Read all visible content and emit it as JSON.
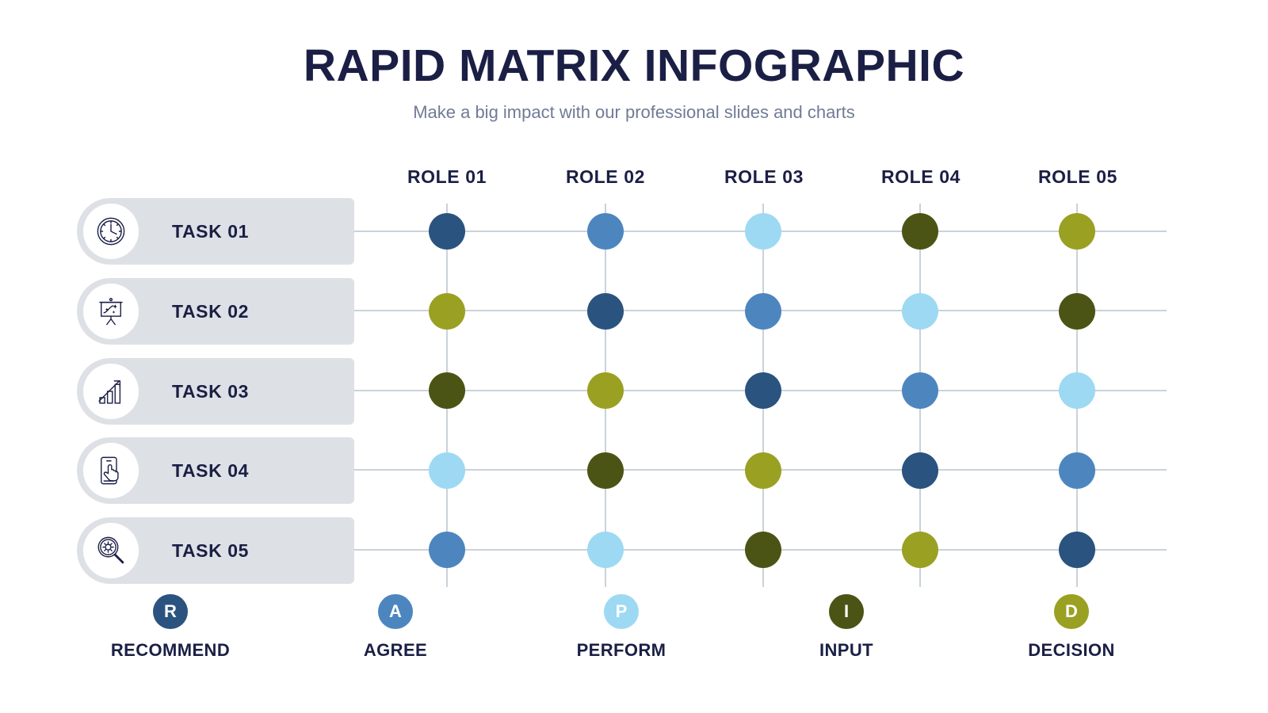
{
  "header": {
    "title": "RAPID MATRIX INFOGRAPHIC",
    "subtitle": "Make a big impact with our professional slides and charts"
  },
  "colors": {
    "title": "#1b1f45",
    "subtitle": "#707b96",
    "pill_bg": "#dde1e5",
    "grid_line": "#c9d2d9",
    "R": "#2b537f",
    "A": "#4d86bf",
    "P": "#9dd9f3",
    "I": "#4c5415",
    "D": "#9aa021"
  },
  "columns": [
    {
      "label": "ROLE 01"
    },
    {
      "label": "ROLE 02"
    },
    {
      "label": "ROLE 03"
    },
    {
      "label": "ROLE 04"
    },
    {
      "label": "ROLE 05"
    }
  ],
  "rows": [
    {
      "label": "TASK 01",
      "icon": "clock-icon"
    },
    {
      "label": "TASK 02",
      "icon": "presentation-chart-icon"
    },
    {
      "label": "TASK 03",
      "icon": "bar-chart-growth-icon"
    },
    {
      "label": "TASK 04",
      "icon": "mobile-tap-icon"
    },
    {
      "label": "TASK 05",
      "icon": "magnifier-gear-icon"
    }
  ],
  "legend": [
    {
      "key": "R",
      "label": "RECOMMEND",
      "color": "#2b537f"
    },
    {
      "key": "A",
      "label": "AGREE",
      "color": "#4d86bf"
    },
    {
      "key": "P",
      "label": "PERFORM",
      "color": "#9dd9f3"
    },
    {
      "key": "I",
      "label": "INPUT",
      "color": "#4c5415"
    },
    {
      "key": "D",
      "label": "DECISION",
      "color": "#9aa021"
    }
  ],
  "chart_data": {
    "type": "heatmap",
    "title": "RAPID MATRIX INFOGRAPHIC",
    "xlabel": "",
    "ylabel": "",
    "categories": [
      "ROLE 01",
      "ROLE 02",
      "ROLE 03",
      "ROLE 04",
      "ROLE 05"
    ],
    "rows": [
      "TASK 01",
      "TASK 02",
      "TASK 03",
      "TASK 04",
      "TASK 05"
    ],
    "legend_position": "bottom",
    "grid": true,
    "matrix": [
      [
        "R",
        "A",
        "P",
        "I",
        "D"
      ],
      [
        "D",
        "R",
        "A",
        "P",
        "I"
      ],
      [
        "I",
        "D",
        "R",
        "A",
        "P"
      ],
      [
        "P",
        "I",
        "D",
        "R",
        "A"
      ],
      [
        "A",
        "P",
        "I",
        "D",
        "R"
      ]
    ]
  }
}
